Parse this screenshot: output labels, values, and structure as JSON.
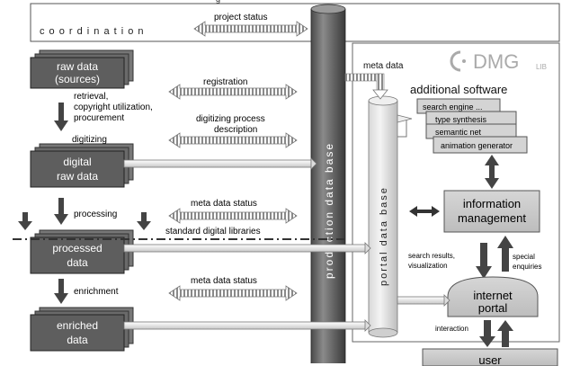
{
  "title_partial": "g",
  "coordination": {
    "label": "c o o r d i n a t i o n"
  },
  "brand": {
    "text": "DMG",
    "suffix": "LIB"
  },
  "columns": {
    "production_db": "production data base",
    "portal_db": "portal data base"
  },
  "stages": [
    {
      "line1": "raw data",
      "line2": "(sources)"
    },
    {
      "line1": "digital",
      "line2": "raw data"
    },
    {
      "line1": "processed",
      "line2": "data"
    },
    {
      "line1": "enriched",
      "line2": "data"
    }
  ],
  "step_labels": {
    "retrieval": [
      "retrieval,",
      "copyright utilization,",
      "procurement"
    ],
    "digitizing": "digitizing",
    "processing": "processing",
    "enrichment": "enrichment"
  },
  "arrow_labels": {
    "project_status": "project status",
    "registration": "registration",
    "digitizing_process": [
      "digitizing process",
      "description"
    ],
    "meta_data_status_1": "meta data status",
    "standard_digital_libraries": "standard digital libraries",
    "meta_data_status_2": "meta data status",
    "meta_data": "meta data"
  },
  "additional_software": {
    "title": "additional software",
    "items": [
      "search engine ...",
      "type synthesis",
      "semantic net",
      "animation generator"
    ]
  },
  "information_management": [
    "information",
    "management"
  ],
  "search_results": [
    "search results,",
    "visualization"
  ],
  "special_enquiries": [
    "special",
    "enquiries"
  ],
  "internet_portal": [
    "internet",
    "portal"
  ],
  "interaction": "interaction",
  "user": "user"
}
